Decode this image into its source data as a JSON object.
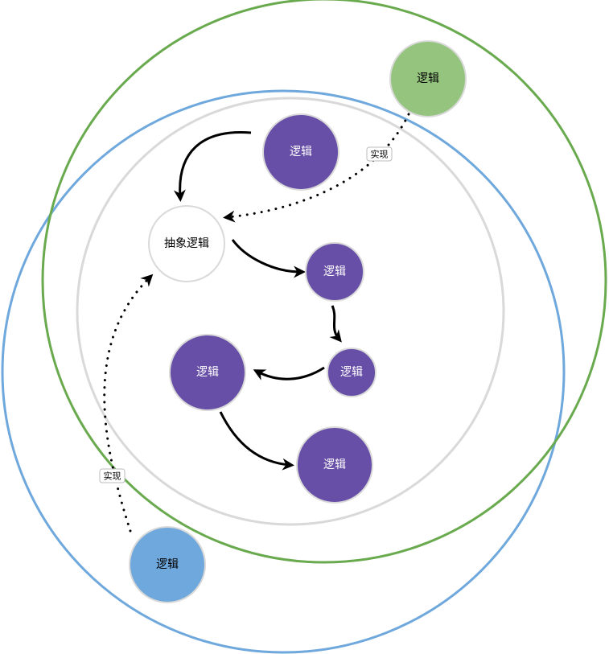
{
  "colors": {
    "green": "#6aaa4f",
    "green_fill": "#94c47d",
    "blue": "#6fa8dc",
    "blue_fill": "#6fa8dc",
    "gray": "#d9d9d9",
    "purple": "#674ea7",
    "white": "#ffffff",
    "black": "#000000"
  },
  "center_node": {
    "label": "抽象逻辑"
  },
  "green_node": {
    "label": "逻辑"
  },
  "blue_node": {
    "label": "逻辑"
  },
  "purple_nodes": [
    {
      "label": "逻辑"
    },
    {
      "label": "逻辑"
    },
    {
      "label": "逻辑"
    },
    {
      "label": "逻辑"
    },
    {
      "label": "逻辑"
    }
  ],
  "edge_labels": {
    "green_impl": "实现",
    "blue_impl": "实现"
  }
}
